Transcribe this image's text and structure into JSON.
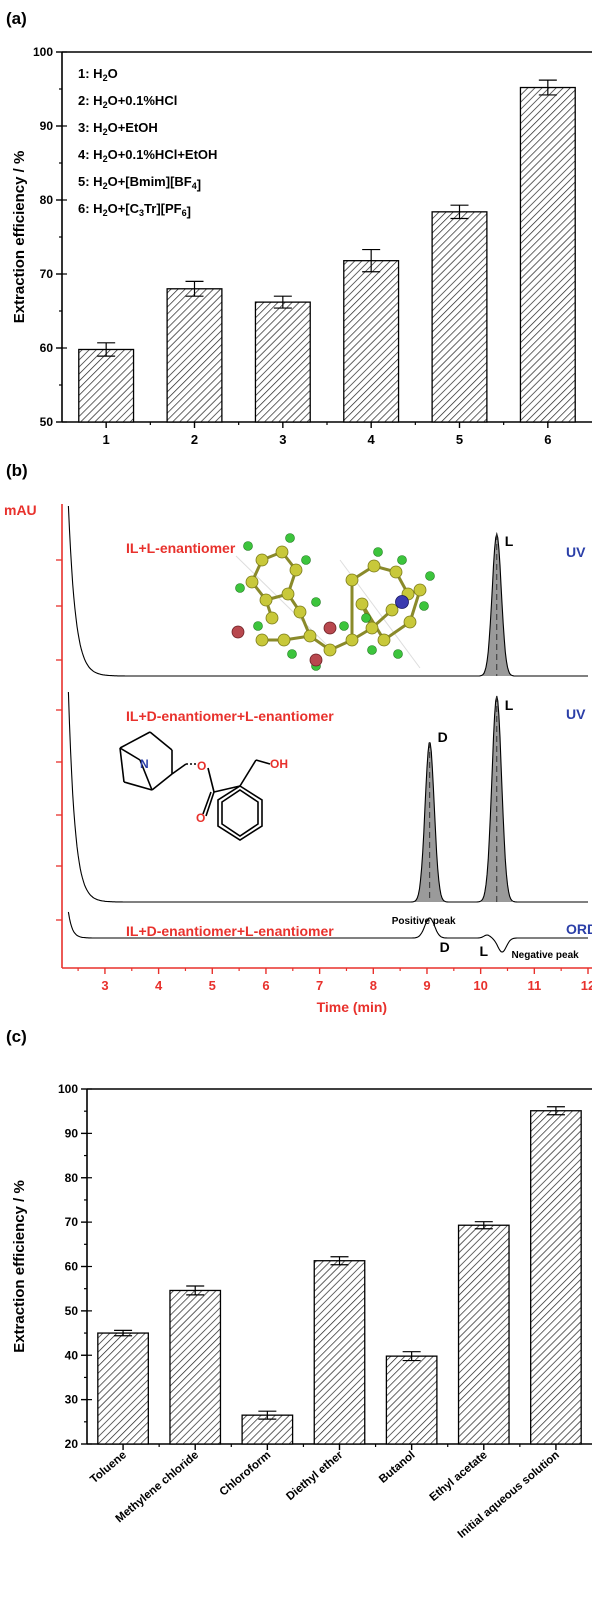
{
  "colors": {
    "axis": "#000000",
    "chrom_axis": "#e8312c",
    "label_red": "#e8312c",
    "label_blue": "#2b3fa8",
    "peak_fill": "#9a9a9a"
  },
  "panel_a": {
    "label": "(a)"
  },
  "panel_b": {
    "label": "(b)"
  },
  "panel_c": {
    "label": "(c)"
  },
  "chart_data": [
    {
      "type": "bar",
      "panel": "(a)",
      "categories": [
        "1",
        "2",
        "3",
        "4",
        "5",
        "6"
      ],
      "values": [
        59.8,
        68.0,
        66.2,
        71.8,
        78.4,
        95.2
      ],
      "errors": [
        0.9,
        1.0,
        0.8,
        1.5,
        0.9,
        1.0
      ],
      "ylabel": "Extraction efficiency / %",
      "xlabel": "",
      "ylim": [
        50,
        100
      ],
      "yticks": [
        "50",
        "60",
        "70",
        "80",
        "90",
        "100"
      ],
      "legend": [
        "1: H2O",
        "2: H2O+0.1%HCl",
        "3: H2O+EtOH",
        "4: H2O+0.1%HCl+EtOH",
        "5: H2O+[Bmim][BF4]",
        "6: H2O+[C3Tr][PF6]"
      ],
      "bar_pattern": "diagonal hatch",
      "legend_position": "top-left"
    },
    {
      "type": "line",
      "panel": "(b)",
      "ylabel": "mAU",
      "xlabel": "Time (min)",
      "xlim": [
        2.2,
        12
      ],
      "xticks": [
        "3",
        "4",
        "5",
        "6",
        "7",
        "8",
        "9",
        "10",
        "11",
        "12"
      ],
      "traces": [
        {
          "label": "IL+L-enantiomer",
          "detector": "UV",
          "peaks": [
            {
              "name": "L",
              "time": 10.3
            }
          ]
        },
        {
          "label": "IL+D-enantiomer+L-enantiomer",
          "detector": "UV",
          "peaks": [
            {
              "name": "D",
              "time": 9.05
            },
            {
              "name": "L",
              "time": 10.3
            }
          ]
        },
        {
          "label": "IL+D-enantiomer+L-enantiomer",
          "detector": "ORD",
          "peaks": [
            {
              "name": "D",
              "time": 9.05,
              "note": "Positive peak"
            },
            {
              "name": "L",
              "time": 10.35,
              "note": "Negative peak"
            }
          ]
        }
      ],
      "structure_labels": {
        "n": "N",
        "oh": "OH",
        "o1": "O",
        "o2": "O"
      }
    },
    {
      "type": "bar",
      "panel": "(c)",
      "categories": [
        "Toluene",
        "Methylene chloride",
        "Chloroform",
        "Diethyl ether",
        "Butanol",
        "Ethyl acetate",
        "Initial aqueous solution"
      ],
      "values": [
        45.0,
        54.6,
        26.5,
        61.3,
        39.8,
        69.3,
        95.1
      ],
      "errors": [
        0.6,
        1.0,
        0.9,
        0.9,
        1.0,
        0.8,
        0.9
      ],
      "ylabel": "Extraction efficiency / %",
      "xlabel": "",
      "ylim": [
        20,
        100
      ],
      "yticks": [
        "20",
        "30",
        "40",
        "50",
        "60",
        "70",
        "80",
        "90",
        "100"
      ],
      "bar_pattern": "diagonal hatch"
    }
  ]
}
